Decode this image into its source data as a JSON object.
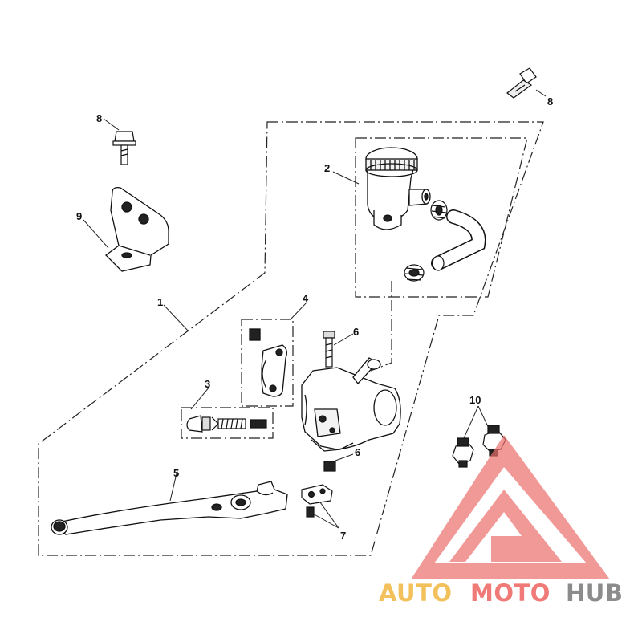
{
  "callouts": {
    "c1": "1",
    "c2": "2",
    "c3": "3",
    "c4": "4",
    "c5": "5",
    "c6a": "6",
    "c6b": "6",
    "c7": "7",
    "c8a": "8",
    "c8b": "8",
    "c9": "9",
    "c10": "10"
  },
  "watermark": {
    "part1": "AUTO",
    "part2": "MOTO",
    "part3": "HUB",
    "color_part1": "#f3c15c",
    "color_part2": "#ef7a77",
    "color_part3": "#8c8c8c",
    "logo_color": "#ec6f6c"
  }
}
